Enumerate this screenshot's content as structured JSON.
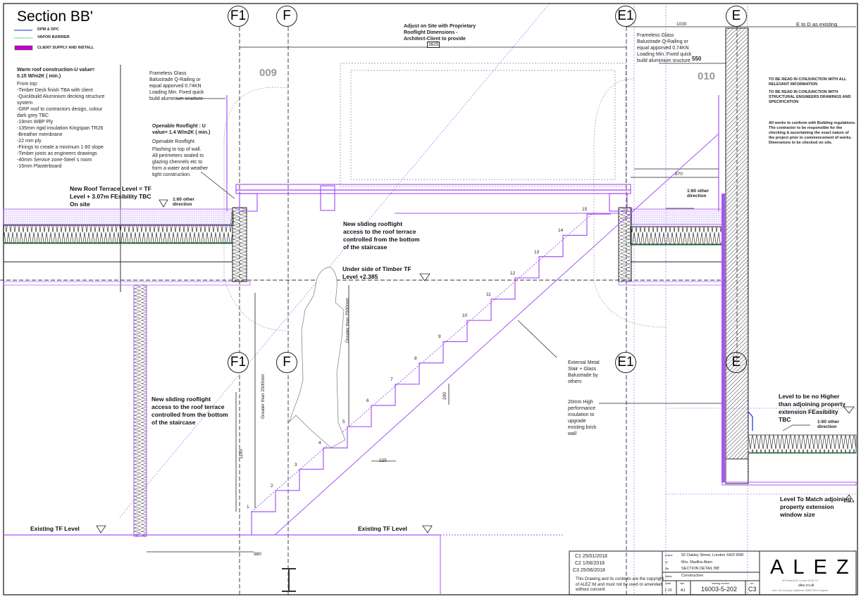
{
  "title": "Section BB'",
  "legend": [
    {
      "label": "DPM & DPC",
      "color": "#1a2bd6",
      "style": "solid"
    },
    {
      "label": "VAPOR BARRIER",
      "color": "#2aa04a",
      "style": "dotted"
    },
    {
      "label": "CLIENT SUPPLY AND INSTALL",
      "color": "#c000c8",
      "style": "fill"
    }
  ],
  "colors": {
    "stair": "#a855f7",
    "guides": "#b57cf5",
    "hatch": "#555555",
    "linework": "#222222"
  },
  "grid_labels": [
    "F1",
    "F",
    "E1",
    "E"
  ],
  "rooms": [
    "009",
    "010"
  ],
  "notes": {
    "warm_roof": "Warm roof construction-U value= 0.15 W/m2K ( min.)",
    "warm_roof_body": "From top:\n-Timber Deck finish TBA with client\n-Quickbuild Aluminium decking structure system\n-GRP roof to contractors design, colour dark grey TBC\n-19mm WBP Ply\n-135mm rigid insulation Kingspan TR26\n-Breather membrane\n-22 mm ply\n-Firings to create a minimum 1:60 slope\n-Timber joists as engineers drawings\n-40mm Service zone-Steel`s room\n-15mm Plasterboard",
    "balustrade_left": "Frameless Glass\nBalustrade Q-Railing or\nequal apporved 0.74KN\nLoading Min. Fixed quick\nbuild  aluminium sructure",
    "balustrade_right": "Frameless Glass\nBalustrade Q-Railing or\nequal apporved 0.74KN\nLoading Min. Fixed quick\nbuild  aluminium sructure",
    "rooflight_u": "Openable Rooflight : U value= 1.4 W/m2K ( min.)",
    "rooflight": "Openable Rooflight",
    "flashing": "Flashing  to top of wall.\nAll perimeters sealed to\nglazing chennels etc to\nform a water and weather\ntight construction.",
    "adjust": "Adjust on Site with Proprietary\nRooflight Dimensions -\nArchitect-Client to provide",
    "new_roof_terrace": "New Roof Terrace  Level = TF\nLevel + 3.07m FEsibility TBC\nOn site",
    "slope_left": "1:60 other\ndirection",
    "slope_right": "1:60 other\ndirection",
    "slope_lower": "1:60 other\ndirection",
    "sliding_upper": "New sliding rooflight\naccess to the roof terrace\ncontrolled from the bottom\nof the staircase",
    "sliding_lower": "New sliding rooflight\naccess to the roof terrace\ncontrolled from the bottom\nof the staircase",
    "underside": "Under side of Timber TF\nLevel +2.385",
    "external_stair": "External Metal\nStair + Glass\nBalustrade by\nothers",
    "insulation": "20mm High\nperformance\ninsulation to\nupgrade\nexisting brick\nwall",
    "level_higher": "Level to be  no Higher\nthan adjoining property\nextension  FEasibility\nTBC",
    "level_match": "Level To Match adjoining\nproperty extension\nwindow size",
    "e_to_d": "E to D as existing",
    "read_all": "TO BE READ IN CONJUNCTION WITH ALL\nRELEVANT INFORMATION",
    "read_struct": "TO BE READ IN CONJUNCTION WITH\nSTRUCTURAL ENGINEERS DRAWINGS AND\nSPECIFICATION",
    "regs": "All works to conform with Building regulations.\nThe contractor to be responsible for the\nchecking & ascertaining the exact nature of\nthe project  prior to commencement of works.\nDimensions to be checked on site.",
    "existing_tf_left": "Existing TF Level",
    "existing_tf_mid": "Existing TF Level",
    "greater_1": "Greater than 2000mm",
    "greater_2": "Greater than 2000mm",
    "mm150": "150mm"
  },
  "dimensions": {
    "d3625": "3625",
    "d1030": "1030",
    "d550": "550",
    "d870": "870",
    "d200": "200",
    "d225": "225",
    "d1100": "1100",
    "d980": "980"
  },
  "steps": [
    "1",
    "2",
    "3",
    "4",
    "5",
    "6",
    "7",
    "8",
    "9",
    "10",
    "11",
    "12",
    "13",
    "14",
    "15"
  ],
  "title_block": {
    "revisions": [
      "C1  25/01/2018",
      "C2  1/06/2018",
      "C3  25/06/2018"
    ],
    "copyright": "This Drawing and its contents are the copyright\nof ALEZ ltd and must not be used or amended\nwithout consent",
    "project_label": "project",
    "project": "92 Oakley Street, London SW3 5NR",
    "for_label": "for",
    "client": "Mrs. Madiha Alam",
    "title_label": "title",
    "drawing_title": "SECTION DETAIL   BB'",
    "status_label": "status",
    "status": "Construction",
    "scale_label": "scale",
    "scale": "1:10",
    "size_label": "size",
    "size": "A1",
    "number_label": "drawing number",
    "drawing_number": "16003-5-202",
    "rev_label": "rev",
    "rev": "C3",
    "logo": "ALEZ",
    "address": "96 Portland St. London W1W 7LT",
    "web": "alez.co.uk",
    "reg": "Alez Ltd Company registered 10882708 in England"
  }
}
